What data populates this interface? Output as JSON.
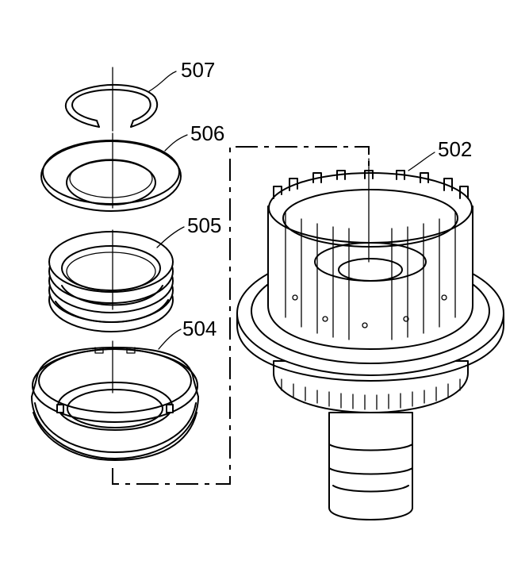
{
  "callouts": [
    {
      "id": "507",
      "label": "507"
    },
    {
      "id": "506",
      "label": "506"
    },
    {
      "id": "505",
      "label": "505"
    },
    {
      "id": "504",
      "label": "504"
    },
    {
      "id": "502",
      "label": "502"
    }
  ]
}
